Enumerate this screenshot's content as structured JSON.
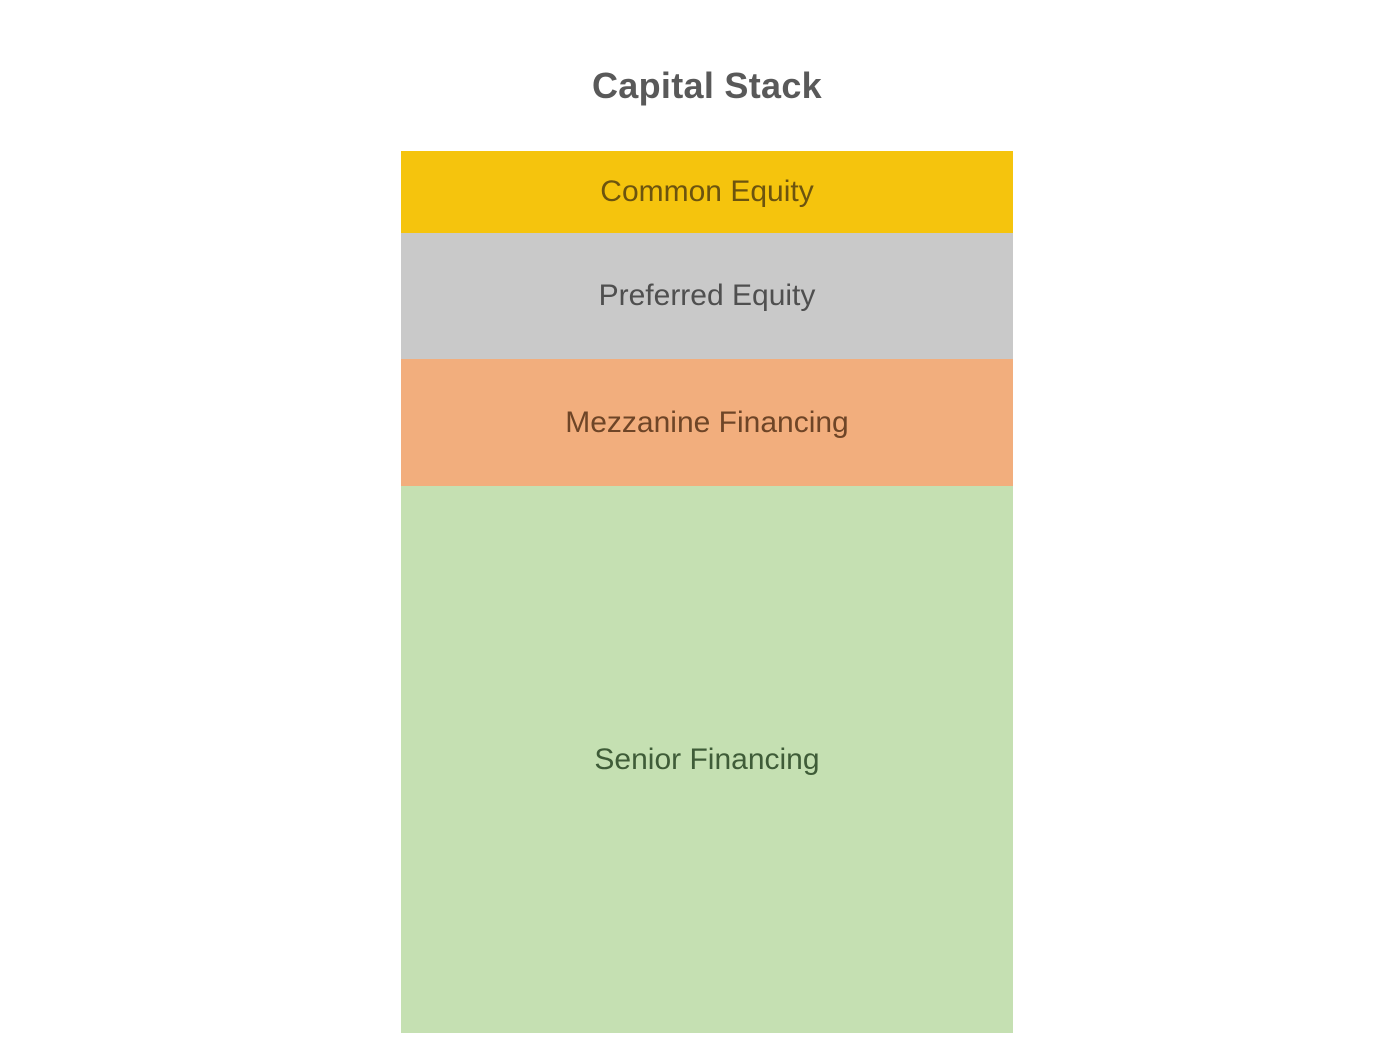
{
  "chart_data": {
    "type": "bar",
    "subtype": "single-column-stacked",
    "title": "Capital Stack",
    "title_color": "#595959",
    "xlabel": "",
    "ylabel": "",
    "axes_visible": false,
    "grid": false,
    "legend": "none",
    "categories": [
      "Common Equity",
      "Preferred Equity",
      "Mezzanine Financing",
      "Senior Financing"
    ],
    "values_pct_est": [
      9.3,
      14.3,
      14.4,
      62.0
    ],
    "segments": [
      {
        "label": "Common Equity",
        "value_pct_est": 9.3,
        "fill": "#F5C40D",
        "text_color": "#6C540F"
      },
      {
        "label": "Preferred Equity",
        "value_pct_est": 14.3,
        "fill": "#C9C9C9",
        "text_color": "#4F4F4F"
      },
      {
        "label": "Mezzanine Financing",
        "value_pct_est": 14.4,
        "fill": "#F2AE7D",
        "text_color": "#6E4527"
      },
      {
        "label": "Senior Financing",
        "value_pct_est": 62.0,
        "fill": "#C5E0B2",
        "text_color": "#3F5C38"
      }
    ]
  }
}
